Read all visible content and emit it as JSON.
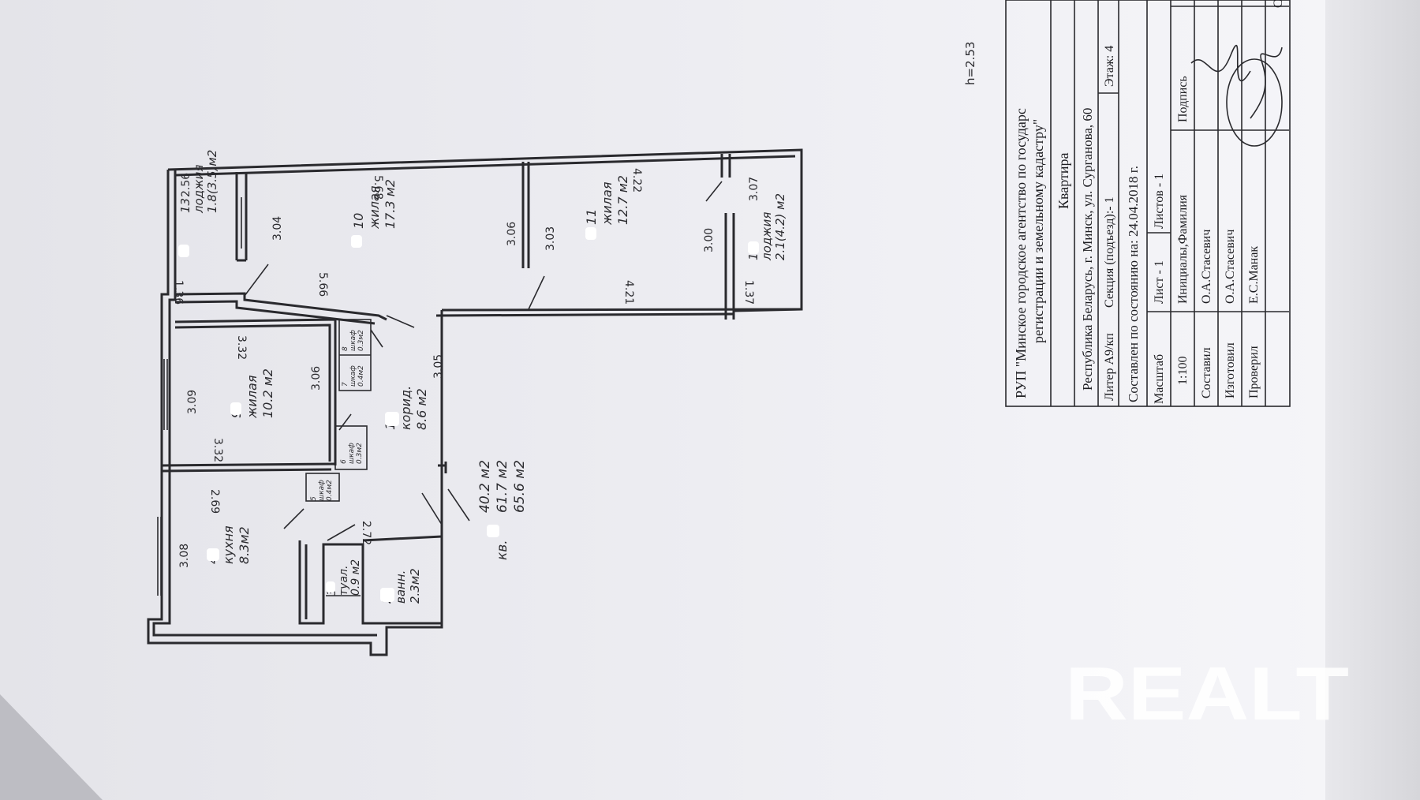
{
  "plan": {
    "height_note": "h=2.53",
    "apartment": {
      "label": "кв.",
      "areas": [
        "40.2 м2",
        "61.7 м2",
        "65.6 м2"
      ]
    },
    "rooms": [
      {
        "id": "1",
        "name": "корид.",
        "area": "8.6 м2"
      },
      {
        "id": "2",
        "name": "ванн.",
        "area": "2.3м2"
      },
      {
        "id": "3",
        "name": "туал.",
        "area": "0.9 м2"
      },
      {
        "id": "4",
        "name": "кухня",
        "area": "8.3м2"
      },
      {
        "id": "5",
        "name": "шкаф",
        "area": "0.4м2"
      },
      {
        "id": "6",
        "name": "шкаф",
        "area": "0.3м2"
      },
      {
        "id": "7",
        "name": "шкаф",
        "area": "0.4м2"
      },
      {
        "id": "8",
        "name": "шкаф",
        "area": "0.3м2"
      },
      {
        "id": "9",
        "name": "жилая",
        "area": "10.2 м2"
      },
      {
        "id": "10",
        "name": "жилая",
        "area": "17.3 м2"
      },
      {
        "id": "11",
        "name": "жилая",
        "area": "12.7 м2"
      },
      {
        "id": "12",
        "name": "лоджия",
        "area": "2.1(4.2) м2"
      },
      {
        "id": "13",
        "name": "лоджия",
        "area": "1.8(3.5)м2"
      }
    ],
    "dimensions": [
      "2.56",
      "3.04",
      "5.68",
      "3.06",
      "3.03",
      "4.22",
      "3.00",
      "3.07",
      "1.36",
      "5.66",
      "4.21",
      "1.37",
      "3.32",
      "3.09",
      "3.06",
      "3.05",
      "3.32",
      "2.69",
      "2.72",
      "3.08"
    ]
  },
  "title_block": {
    "org_line1": "РУП \"Минское городское агентство по государс",
    "org_line2": "регистрации и земельному кадастру\"",
    "object": "Квартира",
    "address": "Республика Беларусь, г. Минск, ул. Сурганова, 60",
    "liter": "Литер А9/кп",
    "section": "Секция (подъезд):- 1",
    "floor": "Этаж: 4",
    "state_date": "Составлен по состоянию на: 24.04.2018 г.",
    "scale_label": "Масштаб",
    "scale_value": "1:100",
    "sheet": "Лист -   1",
    "sheets": "Листов -  1",
    "col_names": "Инициалы,Фамилия",
    "col_sign": "Подпись",
    "composed_label": "Составил",
    "composed_name": "О.А.Стасевич",
    "made_label": "Изготовил",
    "made_name": "О.А.Стасевич",
    "checked_label": "Проверил",
    "checked_name": "Е.С.Манак",
    "corner_letter": "С"
  },
  "watermark": "REALT"
}
